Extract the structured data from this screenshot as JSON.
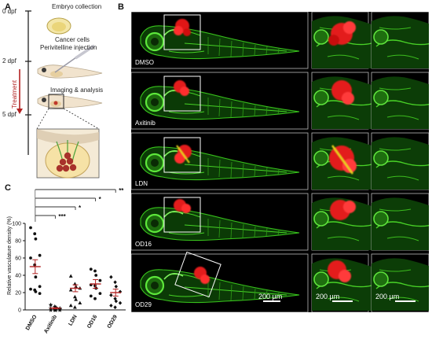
{
  "panel_a": {
    "letter": "A",
    "days": [
      "0 dpf",
      "2 dpf",
      "5 dpf"
    ],
    "steps": [
      "Embryo collection",
      "Cancer cells",
      "Perivitelline injection",
      "Imaging & analysis"
    ],
    "treatment_label": "Treatment"
  },
  "panel_b": {
    "letter": "B",
    "rows": [
      "DMSO",
      "Axitinib",
      "LDN",
      "OD16",
      "OD29"
    ],
    "scale_bars": [
      "200 µm",
      "200 µm",
      "200 µm"
    ]
  },
  "panel_c": {
    "letter": "C",
    "significance": [
      "**",
      "*",
      "*",
      "***"
    ],
    "chart_data": {
      "type": "scatter",
      "categories": [
        "DMSO",
        "Axitinib",
        "LDN",
        "OD16",
        "OD29"
      ],
      "ylabel": "Relative vasculature density (%)",
      "ylim": [
        0,
        100
      ],
      "yticks": [
        0,
        20,
        40,
        60,
        80,
        100
      ],
      "series": [
        {
          "category": "DMSO",
          "values": [
            95,
            88,
            82,
            63,
            60,
            52,
            38,
            27,
            24,
            23,
            21,
            19
          ],
          "mean": 50,
          "sem": 8
        },
        {
          "category": "Axitinib",
          "values": [
            6,
            4,
            3,
            2,
            2,
            1,
            1,
            1,
            0,
            0,
            0,
            0
          ],
          "mean": 2,
          "sem": 0.6
        },
        {
          "category": "LDN",
          "values": [
            39,
            30,
            27,
            25,
            23,
            15,
            12,
            8,
            5,
            3
          ],
          "mean": 25,
          "sem": 4
        },
        {
          "category": "OD16",
          "values": [
            47,
            45,
            40,
            34,
            29,
            28,
            25,
            19,
            16,
            13
          ],
          "mean": 30,
          "sem": 5
        },
        {
          "category": "OD29",
          "values": [
            38,
            32,
            27,
            21,
            17,
            13,
            10,
            8,
            5,
            3
          ],
          "mean": 20,
          "sem": 4
        }
      ],
      "colors": {
        "mean": "#b22222",
        "points": "#111111"
      }
    }
  }
}
